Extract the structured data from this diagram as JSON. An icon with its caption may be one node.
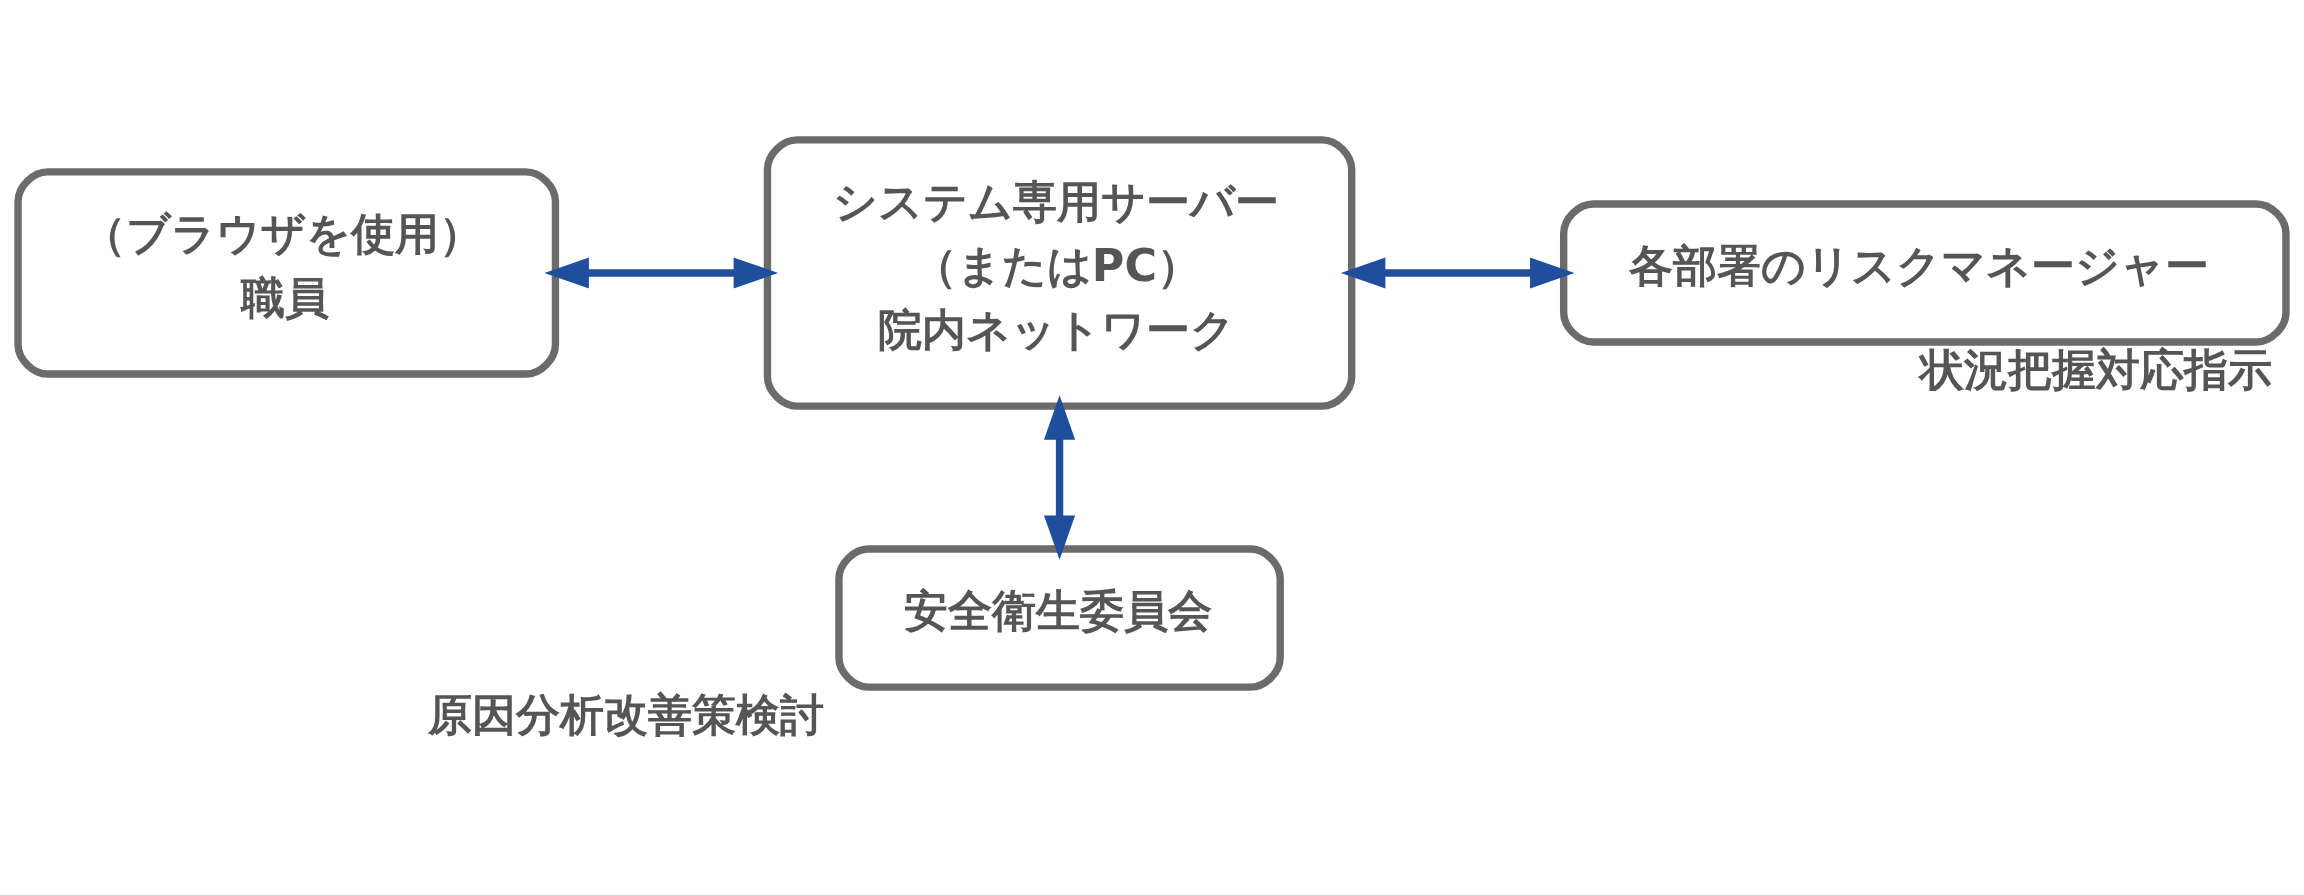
{
  "diagram": {
    "nodes": [
      {
        "text": [
          "（ブラウザを使用）",
          "職員"
        ]
      },
      {
        "text": [
          "システム専用サーバー",
          "（またはPC）",
          "院内ネットワーク"
        ]
      },
      {
        "text": [
          "安全衛生委員会"
        ],
        "beside": [
          "原因分析改善策検討"
        ]
      },
      {
        "text": [
          "各部署のリスクマネージャー"
        ],
        "beside": [
          "状況把握対応指示"
        ]
      }
    ],
    "edges": [
      {
        "from": 0,
        "to": 1,
        "arrow": "both",
        "color": "#1f4e9c"
      },
      {
        "from": 1,
        "to": 2,
        "arrow": "both",
        "color": "#1f4e9c"
      },
      {
        "from": 1,
        "to": 3,
        "arrow": "both",
        "color": "#1f4e9c"
      }
    ]
  }
}
